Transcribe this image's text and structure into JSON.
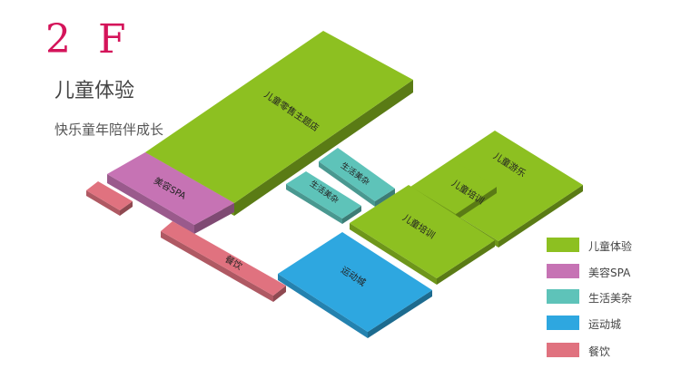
{
  "header": {
    "floor": "2 F",
    "category": "儿童体验",
    "slogan": "快乐童年陪伴成长"
  },
  "colors": {
    "kids": "#8dc021",
    "beauty": "#c673b4",
    "lifestyle": "#5ec3b9",
    "sports": "#2ea7e0",
    "dining": "#e0727f",
    "title": "#d4145a"
  },
  "zones": [
    {
      "id": "kids-theme-store",
      "label": "儿童零售主题店",
      "category": "kids"
    },
    {
      "id": "beauty-spa",
      "label": "美容SPA",
      "category": "beauty"
    },
    {
      "id": "dining-small",
      "label": "",
      "category": "dining"
    },
    {
      "id": "dining-long",
      "label": "餐饮",
      "category": "dining"
    },
    {
      "id": "lifestyle-1",
      "label": "生活美杂",
      "category": "lifestyle"
    },
    {
      "id": "lifestyle-2",
      "label": "生活美杂",
      "category": "lifestyle"
    },
    {
      "id": "sports-city",
      "label": "运动城",
      "category": "sports"
    },
    {
      "id": "kids-play",
      "label": "儿童游乐",
      "category": "kids"
    },
    {
      "id": "kids-training-1",
      "label": "儿童培训",
      "category": "kids"
    },
    {
      "id": "kids-training-2",
      "label": "儿童培训",
      "category": "kids"
    }
  ],
  "legend": [
    {
      "label": "儿童体验",
      "category": "kids"
    },
    {
      "label": "美容SPA",
      "category": "beauty"
    },
    {
      "label": "生活美杂",
      "category": "lifestyle"
    },
    {
      "label": "运动城",
      "category": "sports"
    },
    {
      "label": "餐饮",
      "category": "dining"
    }
  ]
}
